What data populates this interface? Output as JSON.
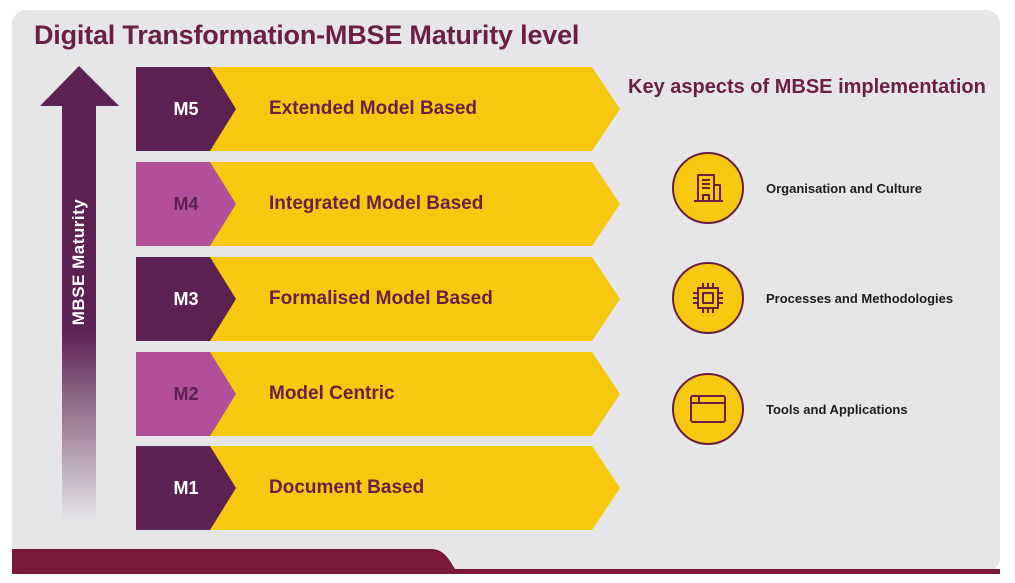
{
  "title": "Digital Transformation-MBSE Maturity level",
  "axis_label": "MBSE Maturity",
  "levels": [
    {
      "code": "M5",
      "name": "Extended Model Based"
    },
    {
      "code": "M4",
      "name": "Integrated Model Based"
    },
    {
      "code": "M3",
      "name": "Formalised Model Based"
    },
    {
      "code": "M2",
      "name": "Model Centric"
    },
    {
      "code": "M1",
      "name": "Document Based"
    }
  ],
  "aspects_title": "Key aspects of MBSE implementation",
  "aspects": [
    {
      "label": "Organisation and Culture",
      "icon": "building-icon"
    },
    {
      "label": "Processes and Methodologies",
      "icon": "chip-icon"
    },
    {
      "label": "Tools and Applications",
      "icon": "app-window-icon"
    }
  ],
  "colors": {
    "dark_purple": "#5b2150",
    "light_purple": "#b24f9b",
    "maroon": "#6b1f45",
    "yellow": "#f6c80f",
    "background": "#e6e6e8",
    "footer": "#7a1838"
  }
}
